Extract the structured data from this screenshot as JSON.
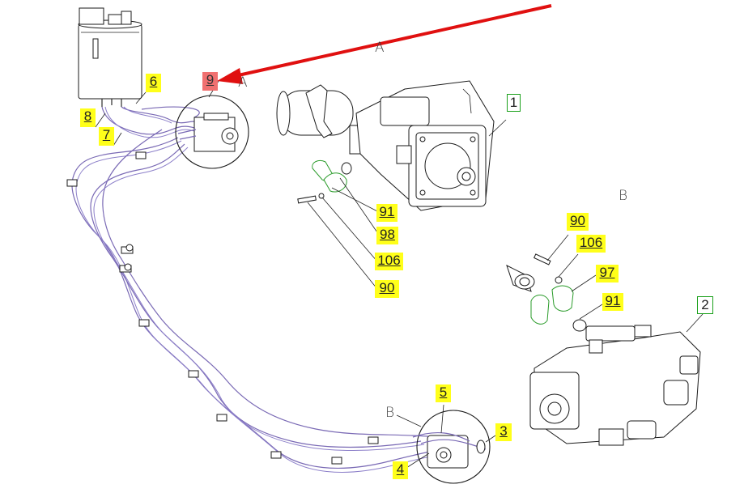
{
  "view_letters": {
    "a_top": "A",
    "a_side": "A",
    "b_right": "B",
    "b_bottom": "B"
  },
  "callouts": {
    "c1": "1",
    "c2": "2",
    "c3": "3",
    "c4": "4",
    "c5": "5",
    "c6": "6",
    "c7": "7",
    "c8": "8",
    "c9": "9",
    "c90a": "90",
    "c90b": "90",
    "c91a": "91",
    "c91b": "91",
    "c97": "97",
    "c98": "98",
    "c106a": "106",
    "c106b": "106"
  },
  "colors": {
    "callout_yellow": "#ffff1a",
    "callout_selected": "#f07070",
    "callout_border_green": "#1aa01a",
    "arrow_red": "#e01010",
    "hose": "#7a6ab5"
  }
}
